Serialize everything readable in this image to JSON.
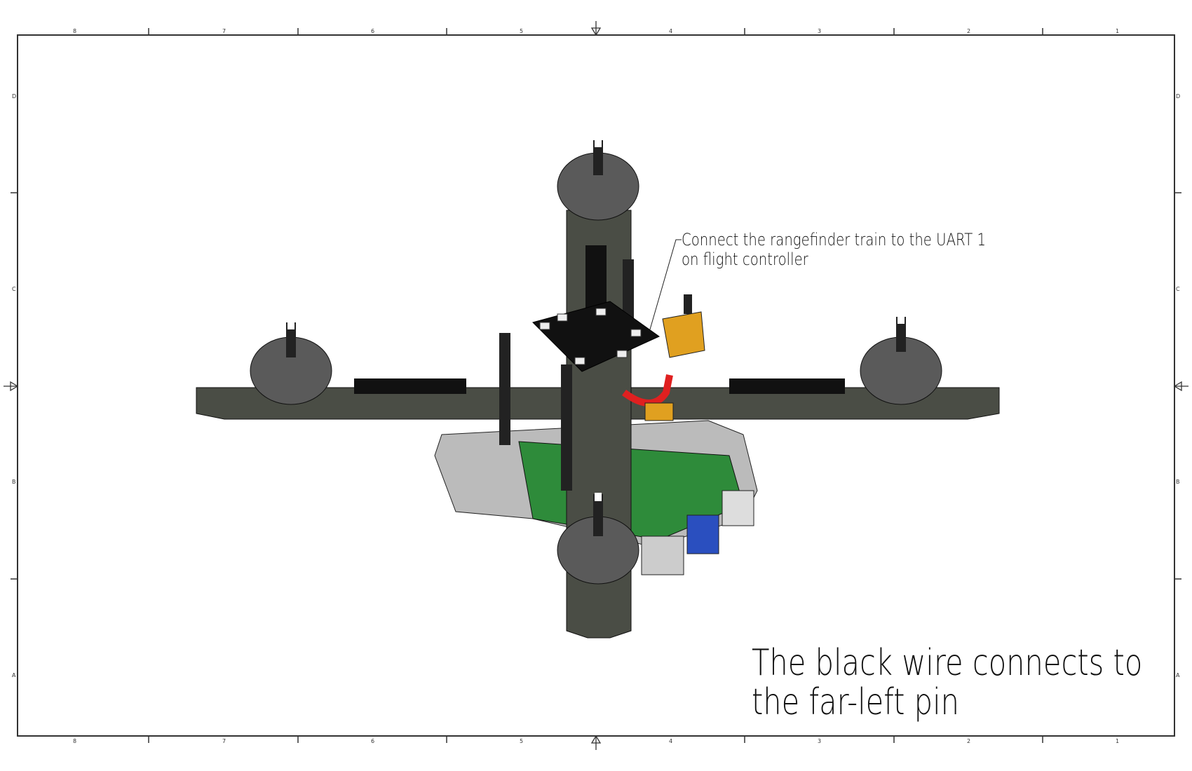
{
  "border": {
    "columns": [
      "8",
      "7",
      "6",
      "5",
      "4",
      "3",
      "2",
      "1"
    ],
    "rows": [
      "D",
      "C",
      "B",
      "A"
    ]
  },
  "annotations": {
    "uart_line1": "Connect the rangefinder train to the UART 1",
    "uart_line2": "on flight controller",
    "wire_line1": "The black wire connects to",
    "wire_line2": "the far-left pin"
  },
  "colors": {
    "carbon": "#4a4d45",
    "motor": "#5a5a5a",
    "pcb": "#2e8b3a",
    "connector": "#e0a020",
    "wire_red": "#e02020"
  }
}
